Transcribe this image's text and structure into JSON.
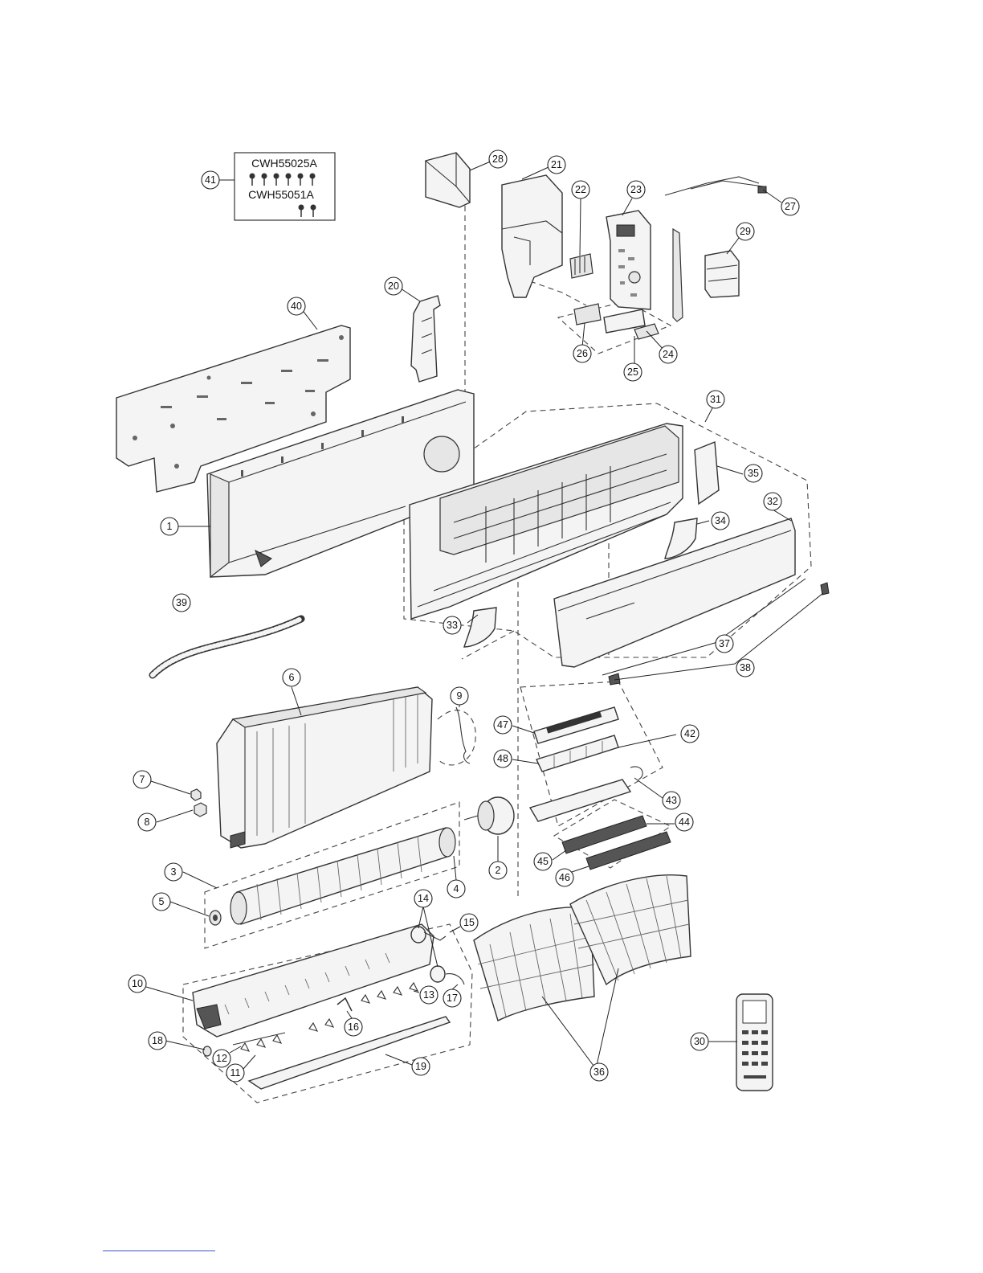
{
  "screw_set_box": {
    "item": "41",
    "code_a": "CWH55025A",
    "code_b": "CWH55051A"
  },
  "callouts": [
    "1",
    "2",
    "3",
    "4",
    "5",
    "6",
    "7",
    "8",
    "9",
    "10",
    "11",
    "12",
    "13",
    "14",
    "15",
    "16",
    "17",
    "18",
    "19",
    "20",
    "21",
    "22",
    "23",
    "24",
    "25",
    "26",
    "27",
    "28",
    "29",
    "30",
    "31",
    "32",
    "33",
    "34",
    "35",
    "36",
    "37",
    "38",
    "39",
    "40",
    "41",
    "42",
    "43",
    "44",
    "45",
    "46",
    "47",
    "48"
  ]
}
